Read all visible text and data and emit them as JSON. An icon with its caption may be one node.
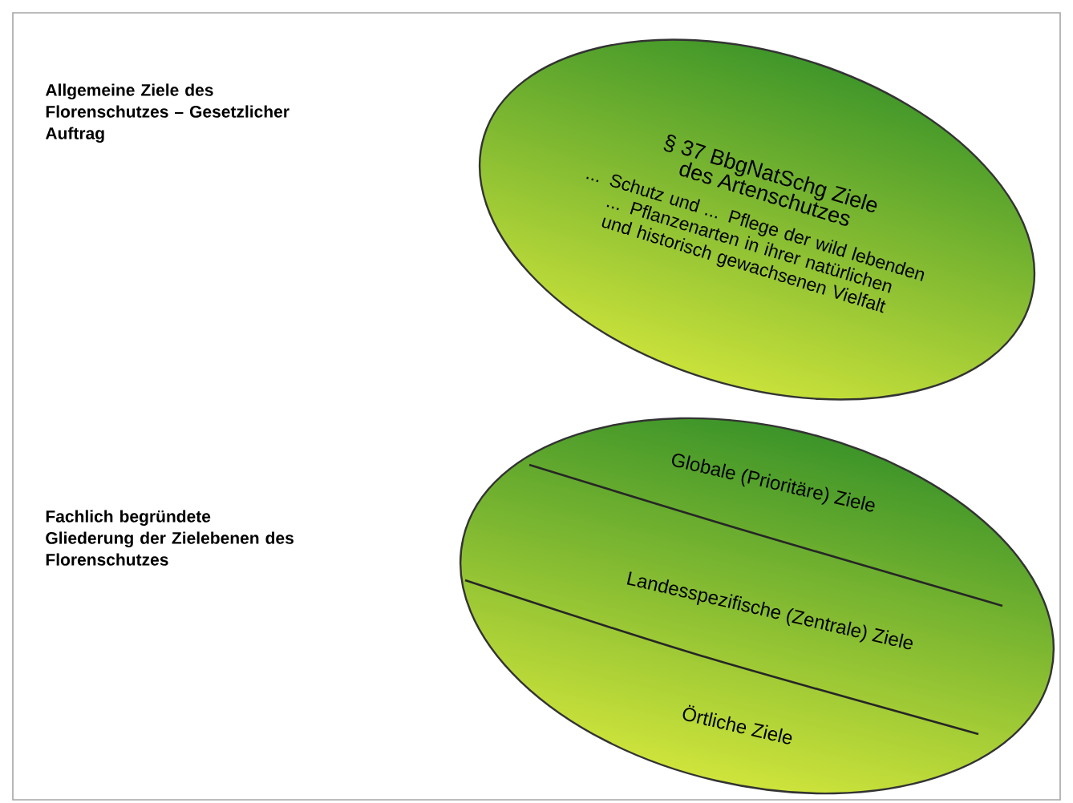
{
  "diagram": {
    "nodes": [
      {
        "text": [
          "§ 37 BbgNatSchg Ziele des Artenschutzes",
          "... Schutz und ... Pflege der wild lebenden ... Pflanzenarten in ihrer natürlichen und historisch gewachsenen Vielfalt"
        ]
      },
      {
        "text": [],
        "shape": "ellipse"
      },
      {
        "text": [
          "Globale (Prioritäre) Ziele"
        ],
        "in": 1
      },
      {
        "text": [
          "Landesspezifische (Zentrale) Ziele"
        ],
        "in": 1
      },
      {
        "text": [
          "Örtliche Ziele"
        ],
        "in": 1
      }
    ],
    "labels": [
      "Allgemeine Ziele des Florenschutzes – Gesetzlicher Auftrag",
      "Fachlich begründete Gliederung der Zielebenen des Florenschutzes"
    ]
  }
}
